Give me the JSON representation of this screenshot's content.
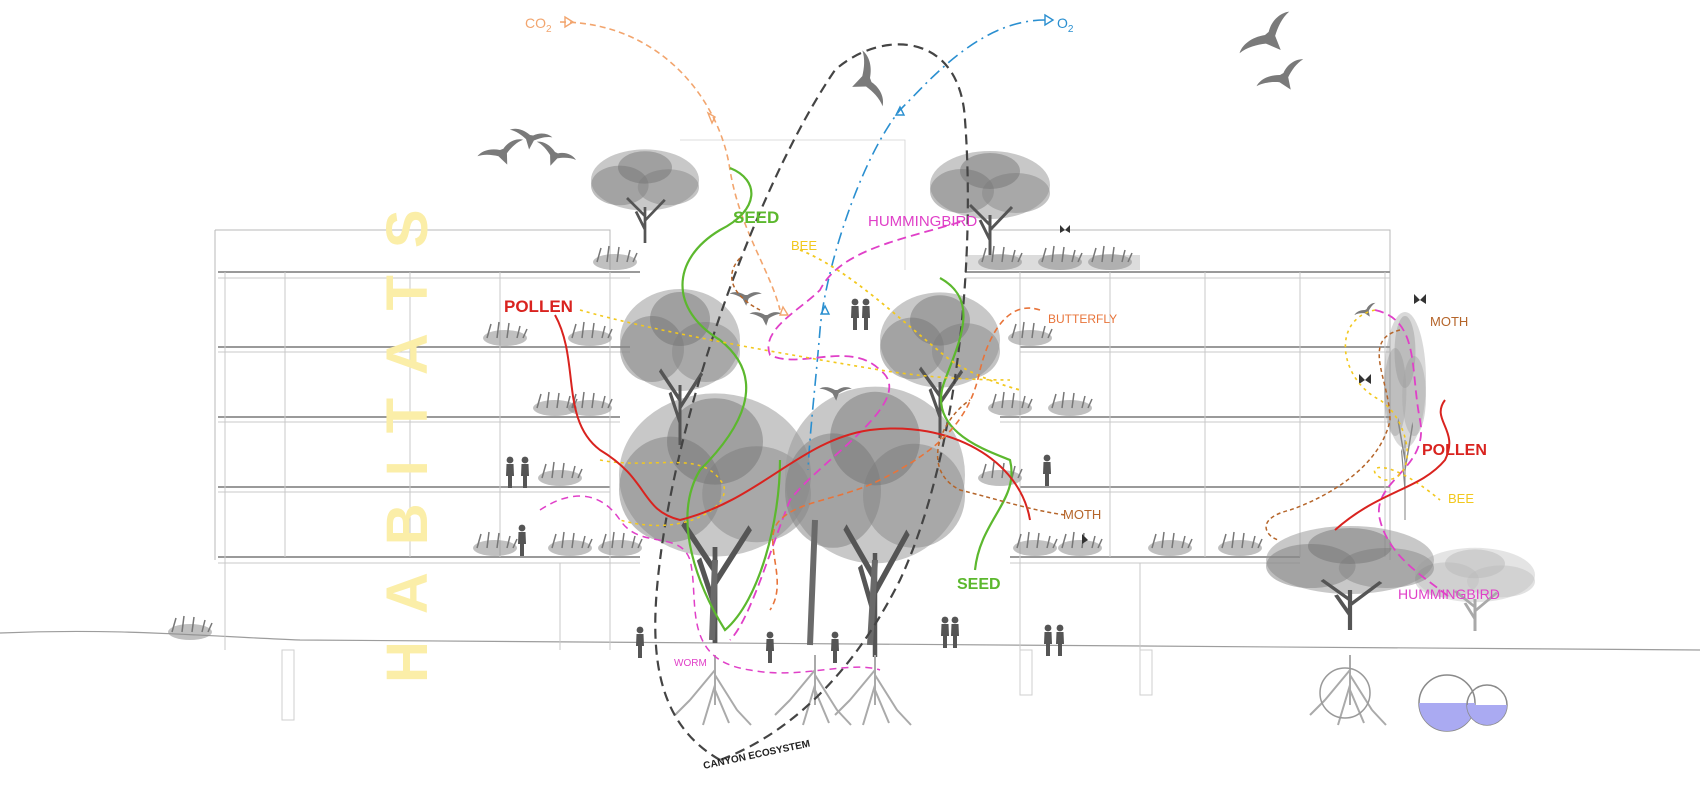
{
  "diagram": {
    "title_vertical": "HABITATS",
    "flows": {
      "co2": {
        "base": "CO",
        "sub": "2",
        "color": "#f2a56e"
      },
      "o2": {
        "base": "O",
        "sub": "2",
        "color": "#2a8fd0"
      }
    },
    "cycle_label": "CANYON ECOSYSTEM",
    "labels": {
      "seed_top": "SEED",
      "seed_bottom": "SEED",
      "hummingbird_top": "HUMMINGBIRD",
      "hummingbird_right": "HUMMINGBIRD",
      "bee_top": "BEE",
      "bee_right": "BEE",
      "pollen_left": "POLLEN",
      "pollen_right": "POLLEN",
      "butterfly": "BUTTERFLY",
      "moth_right": "MOTH",
      "moth_center": "MOTH",
      "worm": "WORM"
    },
    "colors": {
      "seed": "#5cb82e",
      "hummingbird": "#e040c8",
      "bee": "#f2c81e",
      "pollen": "#d9231f",
      "butterfly": "#e8743a",
      "moth": "#b5652a",
      "cycle": "#444444",
      "title": "#fbeea8",
      "water": "#aaaaf2"
    },
    "icons": [
      "bird-icon",
      "tree-icon",
      "person-icon",
      "butterfly-icon",
      "water-tank-icon",
      "root-icon"
    ]
  }
}
